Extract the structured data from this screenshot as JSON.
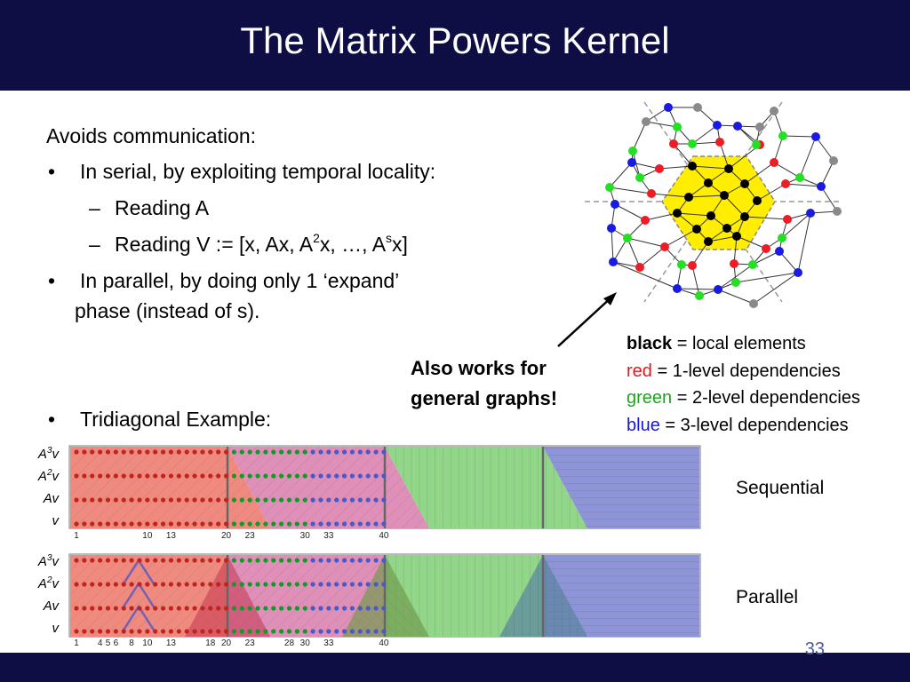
{
  "slide": {
    "title": "The Matrix Powers Kernel",
    "page_number": "33"
  },
  "content": {
    "heading": "Avoids communication:",
    "bullet1": "In serial, by exploiting temporal locality:",
    "sub1": "Reading A",
    "sub2_prefix": "Reading V := [x, Ax, A",
    "sub2_sup1": "2",
    "sub2_mid": "x, …, A",
    "sub2_sup2": "s",
    "sub2_suffix": "x]",
    "bullet2_line1": "In parallel, by doing only 1 ‘expand’",
    "bullet2_line2": "phase (instead of s).",
    "bullet3": "Tridiagonal Example:",
    "bullet_glyph": "•",
    "dash_glyph": "–"
  },
  "callout": {
    "line1": "Also works for",
    "line2": "general graphs!"
  },
  "legend": {
    "black_word": "black",
    "black_desc": " = local elements",
    "red_word": "red",
    "red_desc": " = 1-level dependencies",
    "green_word": "green",
    "green_desc": " = 2-level dependencies",
    "blue_word": "blue",
    "blue_desc": " = 3-level dependencies",
    "colors": {
      "black": "#000000",
      "red": "#e8141b",
      "green": "#1aa61a",
      "blue": "#1616d4"
    }
  },
  "diagrams": {
    "sequential_label": "Sequential",
    "parallel_label": "Parallel",
    "row_labels": [
      {
        "base": "A",
        "sup": "3",
        "tail": "v"
      },
      {
        "base": "A",
        "sup": "2",
        "tail": "v"
      },
      {
        "base": "Av",
        "sup": "",
        "tail": ""
      },
      {
        "base": "v",
        "sup": "",
        "tail": ""
      }
    ],
    "sequential_ticks": [
      "1",
      "10",
      "13",
      "20",
      "23",
      "30",
      "33",
      "40"
    ],
    "parallel_ticks": [
      "1",
      "4",
      "5",
      "6",
      "8",
      "10",
      "13",
      "18",
      "20",
      "23",
      "28",
      "30",
      "33",
      "40"
    ],
    "region_colors": {
      "red": "#f08a7e",
      "pink": "#e08fb8",
      "green": "#92d68a",
      "blue": "#8e94d8"
    }
  }
}
